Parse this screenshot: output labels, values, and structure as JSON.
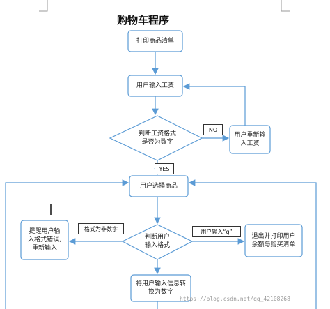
{
  "title": "购物车程序",
  "nodes": {
    "print_goods": "打印商品清单",
    "input_salary": "用户输入工资",
    "check_salary": "判断工资格式\n是否为数字",
    "reinput_salary": "用户重新输\n入工资",
    "select_goods": "用户选择商品",
    "check_input": "判断用户\n输入格式",
    "remind_error": "提醒用户输\n入格式错误,\n重新输入",
    "exit_print": "退出并打印用户\n余额与购买清单",
    "convert_number": "将用户输入信息转\n换为数字"
  },
  "edge_labels": {
    "no": "NO",
    "yes": "YES",
    "not_number": "格式为非数字",
    "input_q": "用户输入“q”"
  },
  "watermark": "https://blog.csdn.net/qq_42108268",
  "colors": {
    "stroke": "#5b9bd5",
    "fill": "#ffffff",
    "line": "#5b9bd5"
  }
}
